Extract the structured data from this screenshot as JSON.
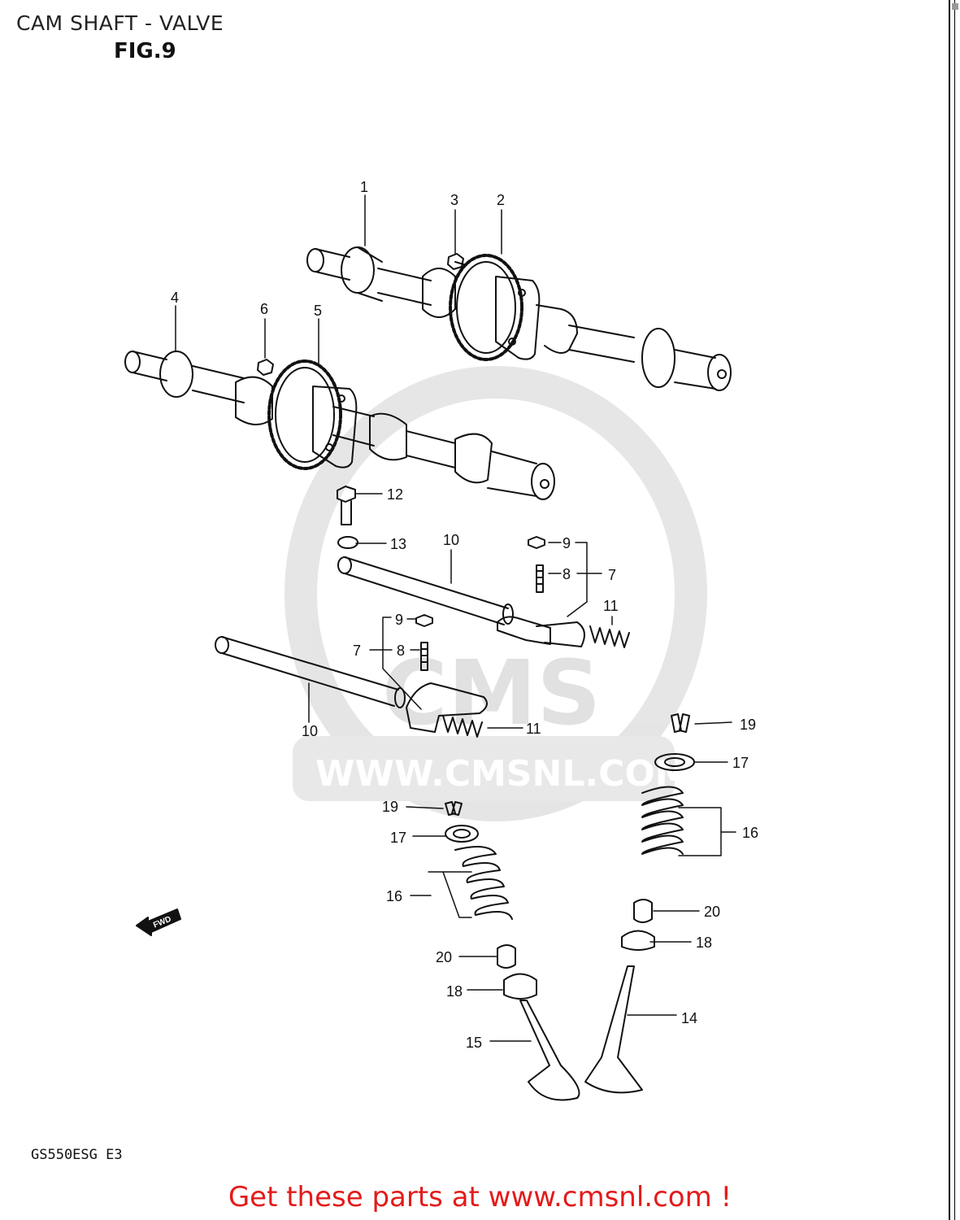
{
  "header": {
    "title": "CAM SHAFT - VALVE",
    "figure": "FIG.9"
  },
  "footer": {
    "model_code": "GS550ESG  E3",
    "cta": "Get these parts at www.cmsnl.com !"
  },
  "watermark": {
    "brand": "CMS",
    "url": "WWW.CMSNL.COM"
  },
  "fwd_label": "FWD",
  "callouts": {
    "c1": "1",
    "c2": "2",
    "c3": "3",
    "c4": "4",
    "c5": "5",
    "c6": "6",
    "c12": "12",
    "c13": "13",
    "c10_top": "10",
    "c9_r": "9",
    "c8_r": "8",
    "c7_r": "7",
    "c11_r": "11",
    "c9_l": "9",
    "c7_l": "7",
    "c8_l": "8",
    "c10_bot": "10",
    "c11_l": "11",
    "c19_r": "19",
    "c17_r": "17",
    "c16_r": "16",
    "c20_r": "20",
    "c18_r": "18",
    "c14": "14",
    "c19_l": "19",
    "c17_l": "17",
    "c16_l": "16",
    "c20_l": "20",
    "c18_l": "18",
    "c15": "15"
  },
  "colors": {
    "line": "#111111",
    "watermark": "#d9d9d9",
    "cta": "#e31b1b"
  }
}
